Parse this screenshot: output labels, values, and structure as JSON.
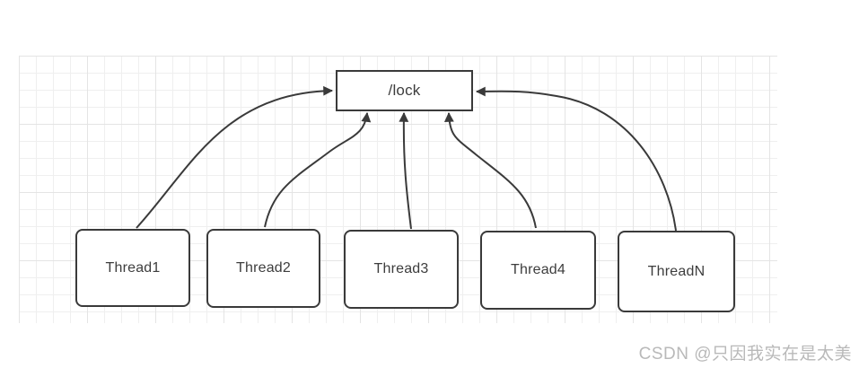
{
  "diagram": {
    "nodes": {
      "lock": {
        "label": "/lock"
      },
      "threads": [
        {
          "label": "Thread1"
        },
        {
          "label": "Thread2"
        },
        {
          "label": "Thread3"
        },
        {
          "label": "Thread4"
        },
        {
          "label": "ThreadN"
        }
      ]
    },
    "edges": [
      {
        "from": "Thread1",
        "to": "/lock"
      },
      {
        "from": "Thread2",
        "to": "/lock"
      },
      {
        "from": "Thread3",
        "to": "/lock"
      },
      {
        "from": "Thread4",
        "to": "/lock"
      },
      {
        "from": "ThreadN",
        "to": "/lock"
      }
    ]
  },
  "watermark": {
    "text": "CSDN @只因我实在是太美"
  },
  "colors": {
    "stroke": "#3a3a3a",
    "node_border": "#3a3a3a",
    "node_fill": "#ffffff",
    "grid_minor": "#efefef",
    "grid_major": "#e4e4e4",
    "text": "#3d3d3d",
    "watermark": "#b9b9b9"
  }
}
